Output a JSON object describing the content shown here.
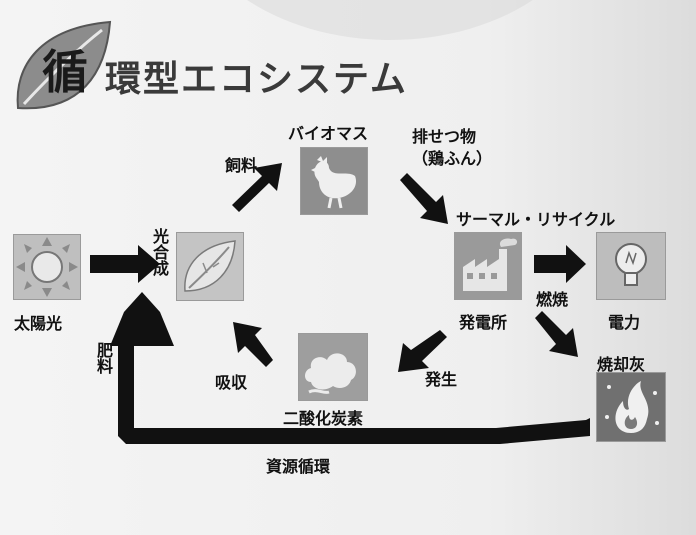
{
  "title": {
    "first_char": "循",
    "rest": "環型エコシステム"
  },
  "nodes": {
    "sunlight": "太陽光",
    "photosynthesis": "光合成",
    "feed": "飼料",
    "biomass": "バイオマス",
    "manure": "排せつ物\n（鶏ふん）",
    "thermal_recycle": "サーマル・リサイクル",
    "power_plant": "発電所",
    "combustion": "燃焼",
    "electricity": "電力",
    "ash": "焼却灰",
    "generation": "発生",
    "co2": "二酸化炭素",
    "absorption": "吸収",
    "fertilizer": "肥料",
    "resource_cycle": "資源循環"
  }
}
